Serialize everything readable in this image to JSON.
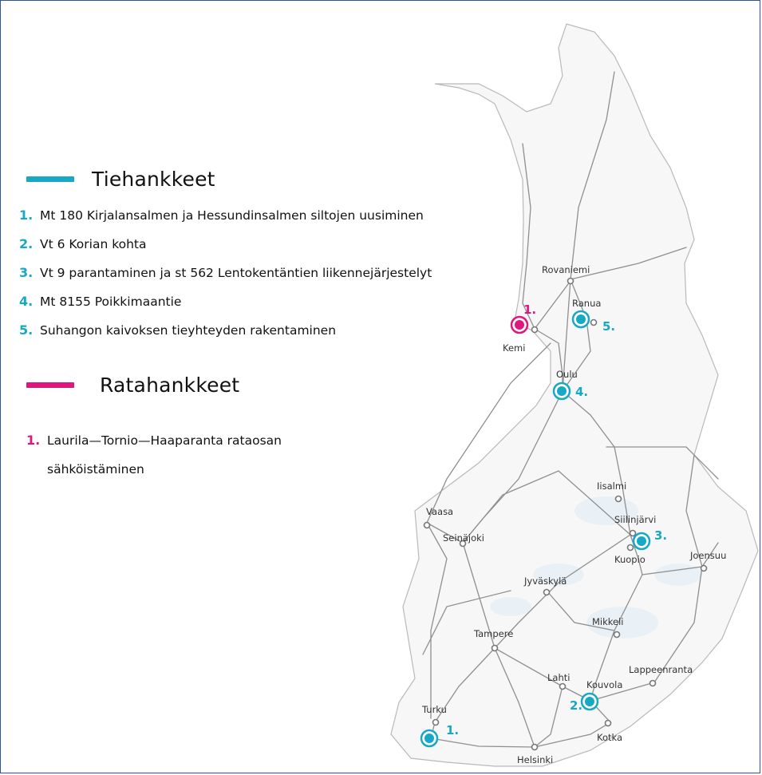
{
  "colors": {
    "road": "#16a8c4",
    "rail": "#e0167f",
    "border": "#2b5597",
    "map_lines": "#8a8a8a",
    "city": "#666666"
  },
  "legend": {
    "road_title": "Tiehankkeet",
    "rail_title": "Ratahankkeet"
  },
  "road_projects": [
    {
      "number": "1.",
      "text": "Mt 180 Kirjalansalmen ja Hessundinsalmen siltojen uusiminen"
    },
    {
      "number": "2.",
      "text": "Vt 6 Korian kohta"
    },
    {
      "number": "3.",
      "text": "Vt 9 parantaminen ja st 562 Lentokentäntien liikennejärjestelyt"
    },
    {
      "number": "4.",
      "text": "Mt 8155 Poikkimaantie"
    },
    {
      "number": "5.",
      "text": "Suhangon kaivoksen tieyhteyden rakentaminen"
    }
  ],
  "rail_projects": [
    {
      "number": "1.",
      "line1": "Laurila—Tornio—Haaparanta rataosan",
      "line2": "sähköistäminen"
    }
  ],
  "cities": [
    {
      "name": "Rovaniemi"
    },
    {
      "name": "Ranua"
    },
    {
      "name": "Kemi"
    },
    {
      "name": "Oulu"
    },
    {
      "name": "Iisalmi"
    },
    {
      "name": "Vaasa"
    },
    {
      "name": "Siilinjärvi"
    },
    {
      "name": "Seinäjoki"
    },
    {
      "name": "Kuopio"
    },
    {
      "name": "Joensuu"
    },
    {
      "name": "Jyväskylä"
    },
    {
      "name": "Mikkeli"
    },
    {
      "name": "Tampere"
    },
    {
      "name": "Lappeenranta"
    },
    {
      "name": "Lahti"
    },
    {
      "name": "Kouvola"
    },
    {
      "name": "Turku"
    },
    {
      "name": "Kotka"
    },
    {
      "name": "Helsinki"
    }
  ],
  "map_markers": [
    {
      "type": "road",
      "label": "1."
    },
    {
      "type": "road",
      "label": "2."
    },
    {
      "type": "road",
      "label": "3."
    },
    {
      "type": "road",
      "label": "4."
    },
    {
      "type": "road",
      "label": "5."
    },
    {
      "type": "rail",
      "label": "1."
    }
  ]
}
